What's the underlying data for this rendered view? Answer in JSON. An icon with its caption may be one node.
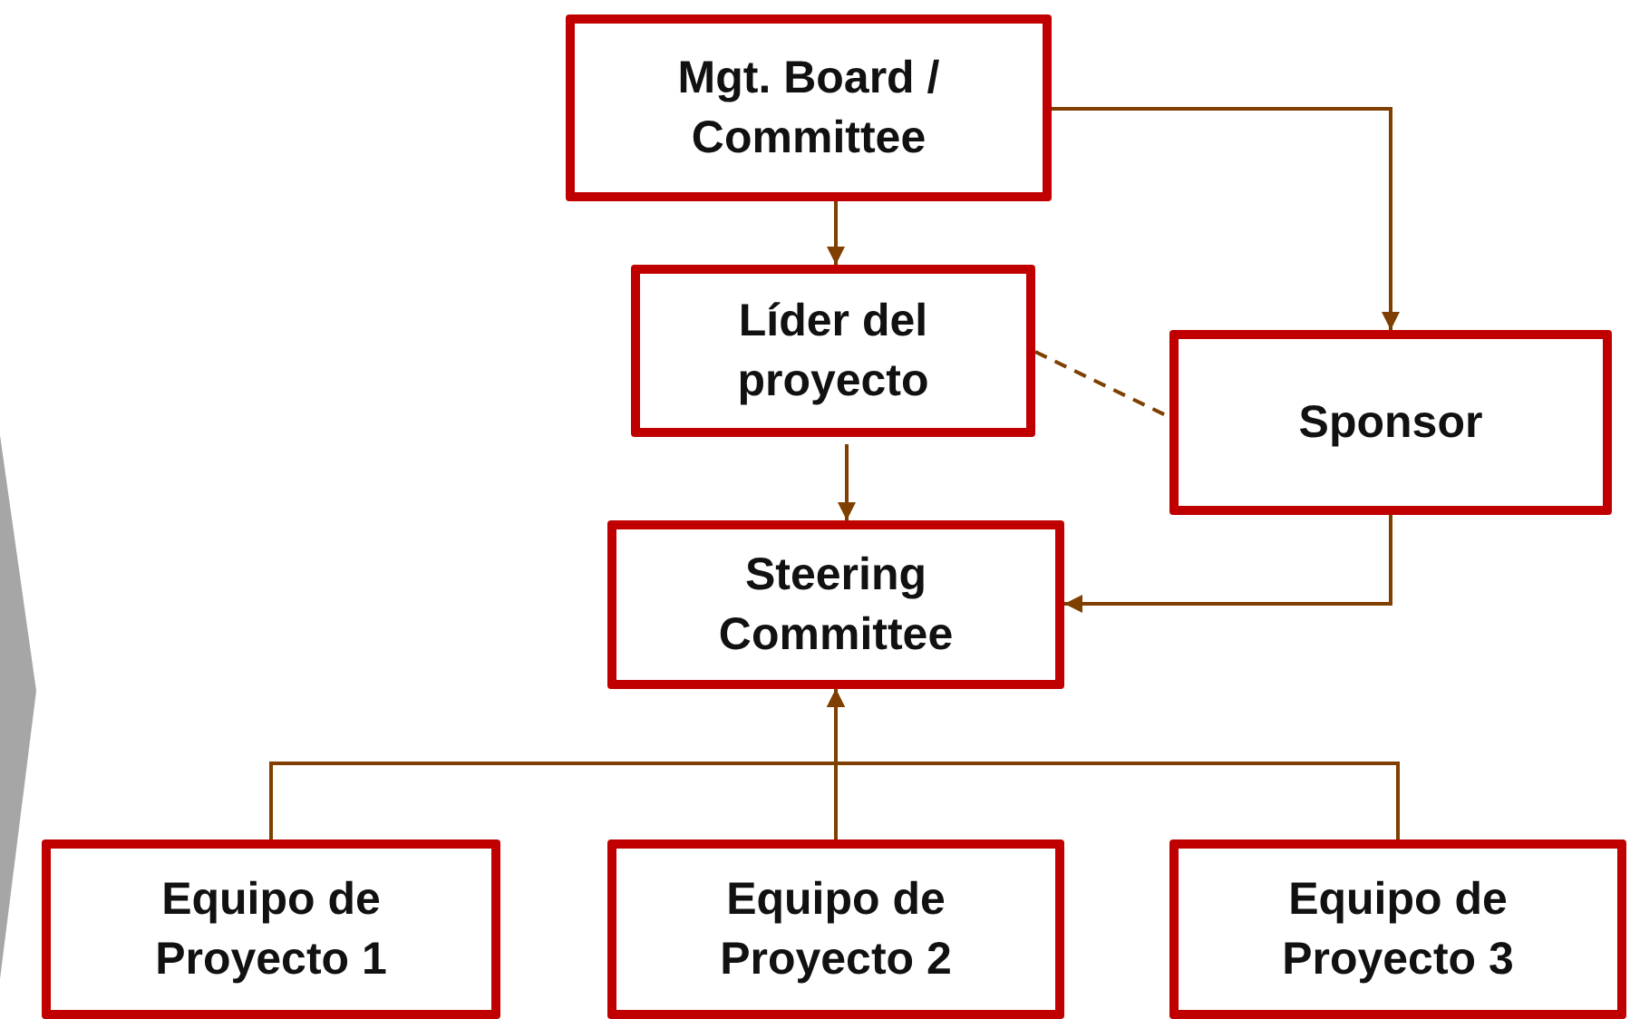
{
  "diagram": {
    "nodes": [
      {
        "text": [
          "Mgt. Board / Committee"
        ]
      },
      {
        "text": [
          "Líder del proyecto"
        ]
      },
      {
        "text": [
          "Sponsor"
        ]
      },
      {
        "text": [
          "Steering Committee"
        ]
      },
      {
        "text": [
          "Equipo de Proyecto 1"
        ]
      },
      {
        "text": [
          "Equipo de Proyecto 2"
        ]
      },
      {
        "text": [
          "Equipo de Proyecto 3"
        ]
      },
      {
        "text": [],
        "shape": "chevron"
      }
    ],
    "edges": [
      {
        "from": 0,
        "to": 1,
        "arrow": "to"
      },
      {
        "from": 0,
        "to": 2,
        "arrow": "to"
      },
      {
        "from": 1,
        "to": 2,
        "arrow": "none",
        "style": "dashed"
      },
      {
        "from": 1,
        "to": 3,
        "arrow": "to"
      },
      {
        "from": 2,
        "to": 3,
        "arrow": "to"
      },
      {
        "from": 4,
        "to": 3,
        "arrow": "to"
      },
      {
        "from": 5,
        "to": 3,
        "arrow": "to"
      },
      {
        "from": 6,
        "to": 3,
        "arrow": "to"
      }
    ]
  }
}
